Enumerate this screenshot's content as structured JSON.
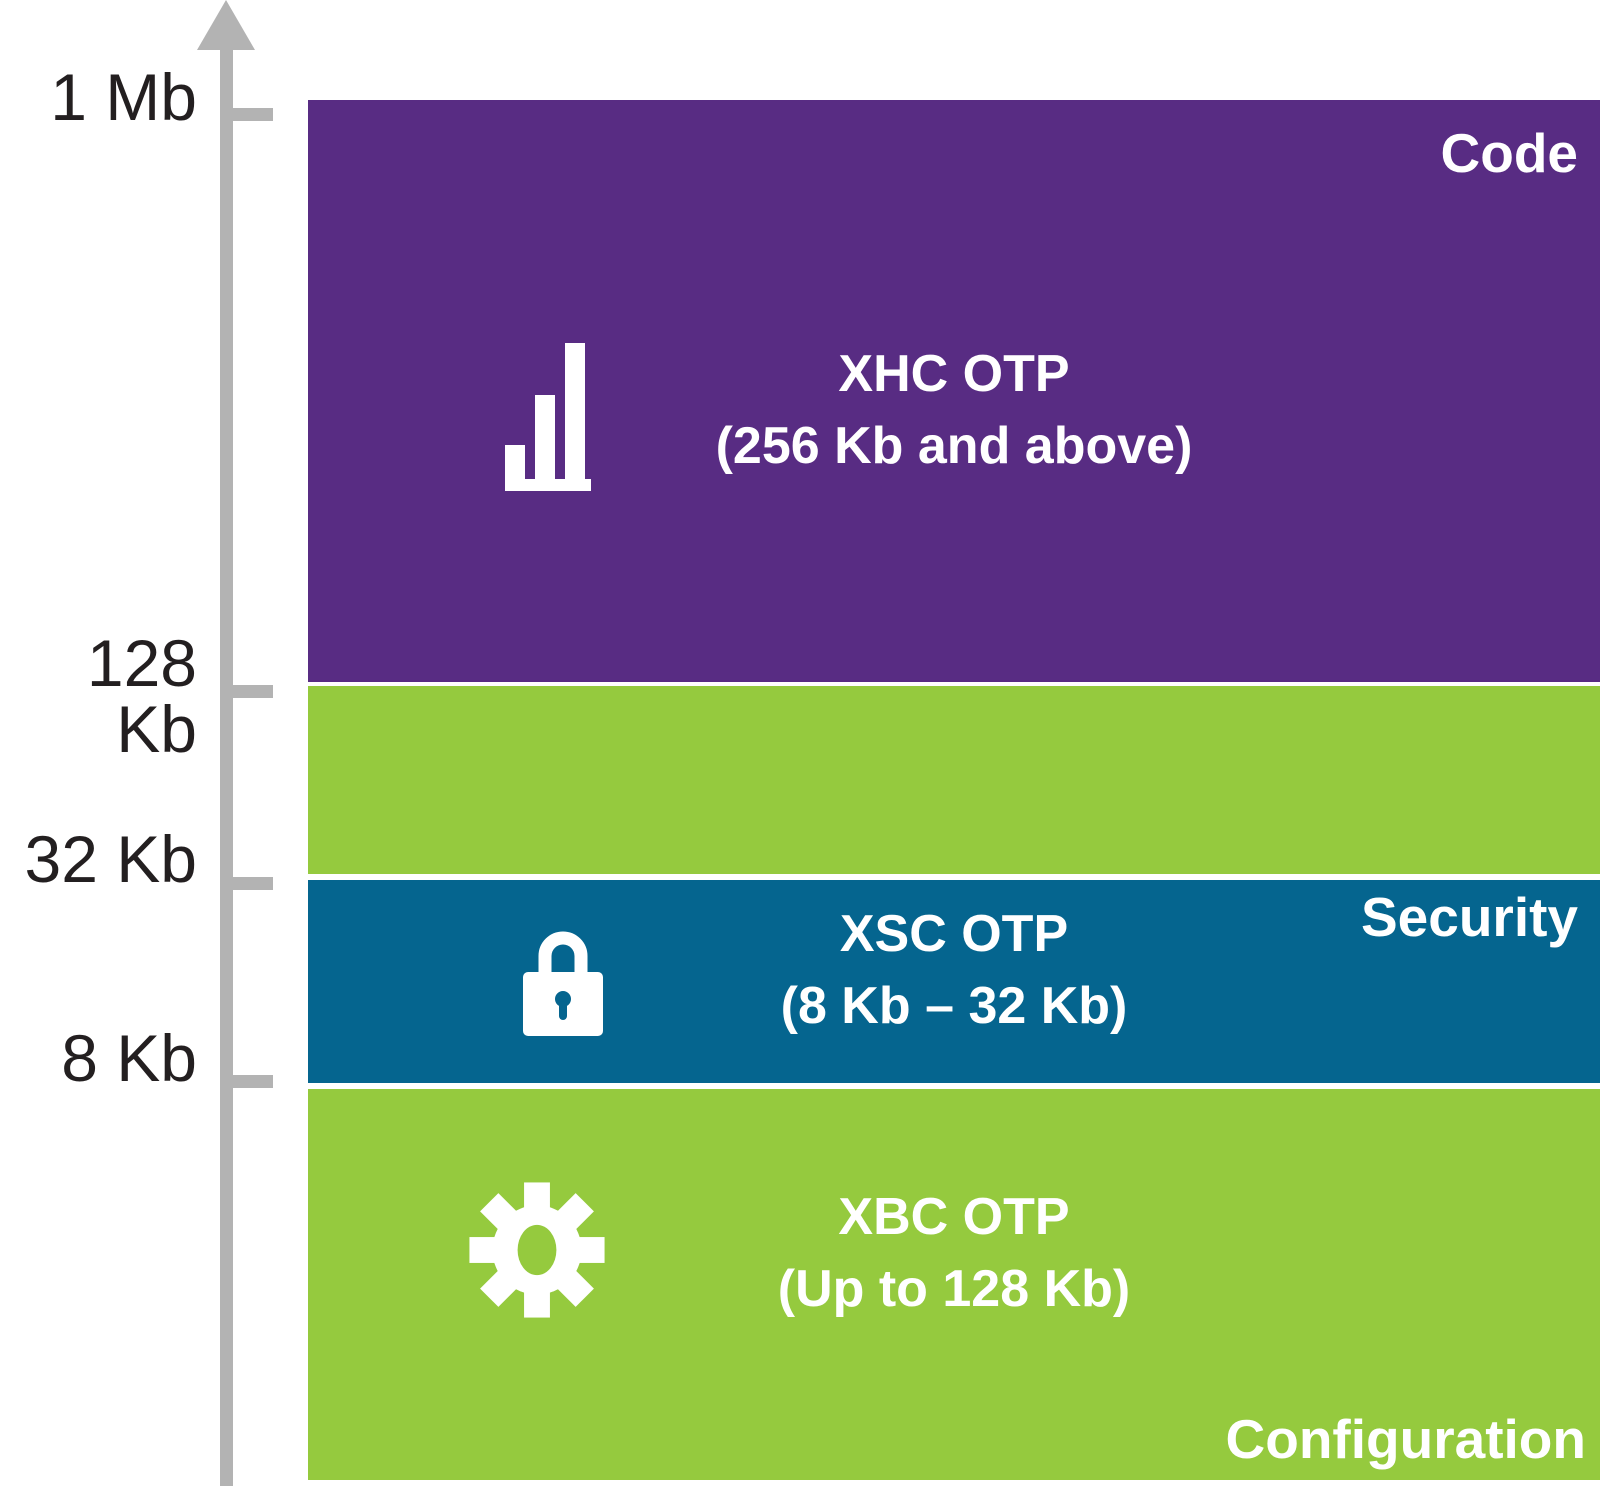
{
  "axis": {
    "ticks": [
      {
        "label": "1 Mb"
      },
      {
        "label": "128 Kb"
      },
      {
        "label": "32 Kb"
      },
      {
        "label": "8 Kb"
      }
    ]
  },
  "blocks": {
    "code": {
      "category_label": "Code",
      "title": "XHC OTP",
      "range": "(256 Kb and above)",
      "icon": "bar-chart-icon",
      "color": "#582c83"
    },
    "upper_green": {
      "color": "#95ca3e"
    },
    "security": {
      "category_label": "Security",
      "title": "XSC OTP",
      "range": "(8 Kb – 32 Kb)",
      "icon": "lock-icon",
      "color": "#05658f"
    },
    "configuration": {
      "category_label": "Configuration",
      "title": "XBC OTP",
      "range": "(Up to 128 Kb)",
      "icon": "gear-icon",
      "color": "#95ca3e"
    }
  },
  "colors": {
    "axis_gray": "#b3b3b3",
    "axis_text": "#231f20",
    "block_text": "#ffffff",
    "purple": "#582c83",
    "green": "#95ca3e",
    "blue": "#05658f"
  }
}
